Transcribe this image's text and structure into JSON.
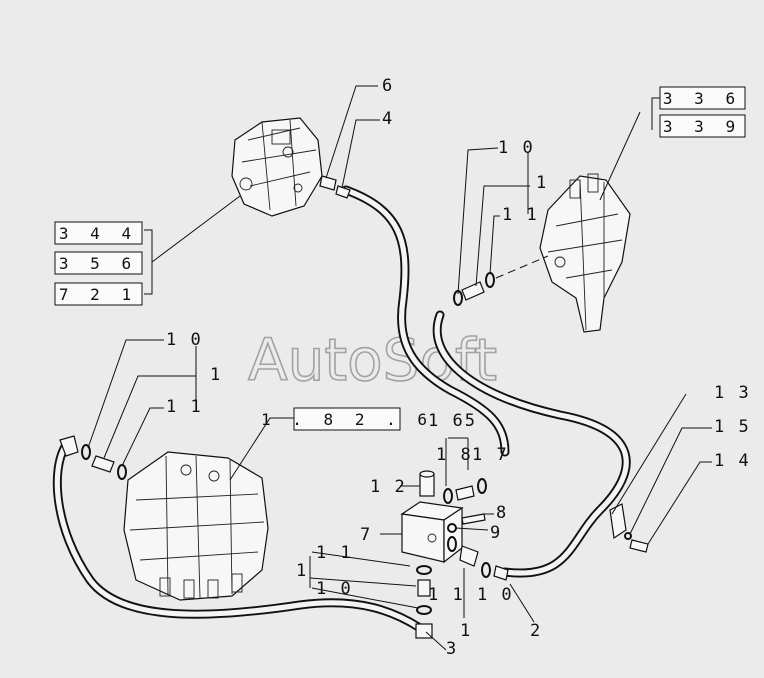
{
  "watermark": "AutoSoft",
  "callouts": [
    {
      "id": "c6-top",
      "text": "6"
    },
    {
      "id": "c4-top",
      "text": "4"
    },
    {
      "id": "c10-top",
      "text": "1 0"
    },
    {
      "id": "c1-top",
      "text": "1"
    },
    {
      "id": "c11-top",
      "text": "1 1"
    },
    {
      "id": "c10-left",
      "text": "1 0"
    },
    {
      "id": "c1-left",
      "text": "1"
    },
    {
      "id": "c11-left",
      "text": "1 1"
    },
    {
      "id": "c165",
      "text": "1 65"
    },
    {
      "id": "c18",
      "text": "1 8"
    },
    {
      "id": "c17",
      "text": "1 7"
    },
    {
      "id": "c12",
      "text": "1 2"
    },
    {
      "id": "c7",
      "text": "7"
    },
    {
      "id": "c8",
      "text": "8"
    },
    {
      "id": "c9",
      "text": "9"
    },
    {
      "id": "c11-low",
      "text": "1 1"
    },
    {
      "id": "c1-low",
      "text": "1"
    },
    {
      "id": "c10-low",
      "text": "1 0"
    },
    {
      "id": "c1110",
      "text": "1 1 1 0"
    },
    {
      "id": "c1-under",
      "text": "1"
    },
    {
      "id": "c3",
      "text": "3"
    },
    {
      "id": "c2",
      "text": "2"
    },
    {
      "id": "c13",
      "text": "1 3"
    },
    {
      "id": "c15",
      "text": "1 5"
    },
    {
      "id": "c14",
      "text": "1 4"
    }
  ],
  "ref_boxes": [
    {
      "id": "ref-336",
      "text": "3 3 6"
    },
    {
      "id": "ref-339",
      "text": "3 3 9"
    },
    {
      "id": "ref-344",
      "text": "3 4 4"
    },
    {
      "id": "ref-356",
      "text": "3 5 6"
    },
    {
      "id": "ref-721",
      "text": "7 2 1"
    },
    {
      "id": "ref-1826",
      "text": "1 . 8 2 . 6"
    }
  ]
}
